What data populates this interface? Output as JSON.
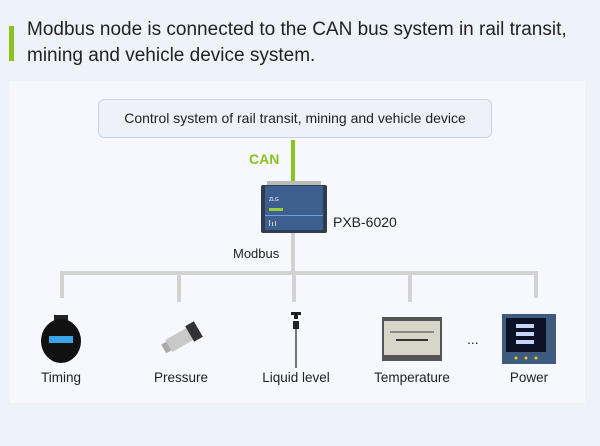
{
  "header": {
    "text": "Modbus node is connected to the CAN bus system in rail transit, mining and vehicle device system.",
    "accent_color": "#8cc21f"
  },
  "diagram": {
    "top_box": "Control system of rail transit, mining and vehicle device",
    "upper_link_label": "CAN",
    "upper_link_color": "#8cc21f",
    "gateway": {
      "name": "PXB-6020",
      "icon": "gateway-device-icon"
    },
    "lower_link_label": "Modbus",
    "lower_link_color": "#d2d2d2",
    "nodes": [
      {
        "label": "Timing",
        "icon": "timer-device-icon"
      },
      {
        "label": "Pressure",
        "icon": "pressure-sensor-icon"
      },
      {
        "label": "Liquid level",
        "icon": "level-probe-icon"
      },
      {
        "label": "Temperature",
        "icon": "temperature-module-icon"
      },
      {
        "label": "Power",
        "icon": "power-meter-icon"
      }
    ],
    "more_indicator": "..."
  }
}
